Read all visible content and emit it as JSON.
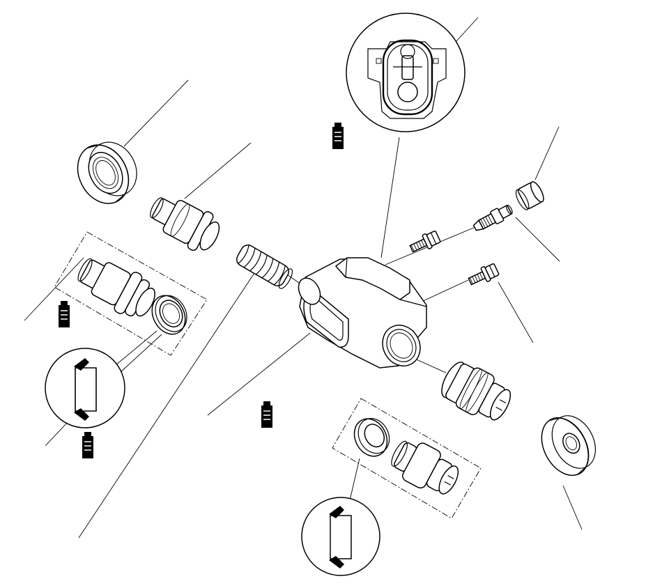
{
  "diagram": {
    "kind": "exploded-view",
    "line_color": "#000000",
    "background": "#ffffff",
    "components": [
      "outer-seal-ring",
      "piston-upper",
      "piston-assembly-left",
      "piston-seal-left",
      "return-spring",
      "valve-body-housing",
      "seal-detail-inset",
      "gasket-detail-inset",
      "flange-bolt-upper",
      "flange-bolt-lower",
      "bleeder-screw",
      "bleeder-cap",
      "piston-lower-right",
      "seal-ring-right",
      "piston-assembly-bottom",
      "piston-seal-bottom",
      "lube-can-icon"
    ]
  }
}
